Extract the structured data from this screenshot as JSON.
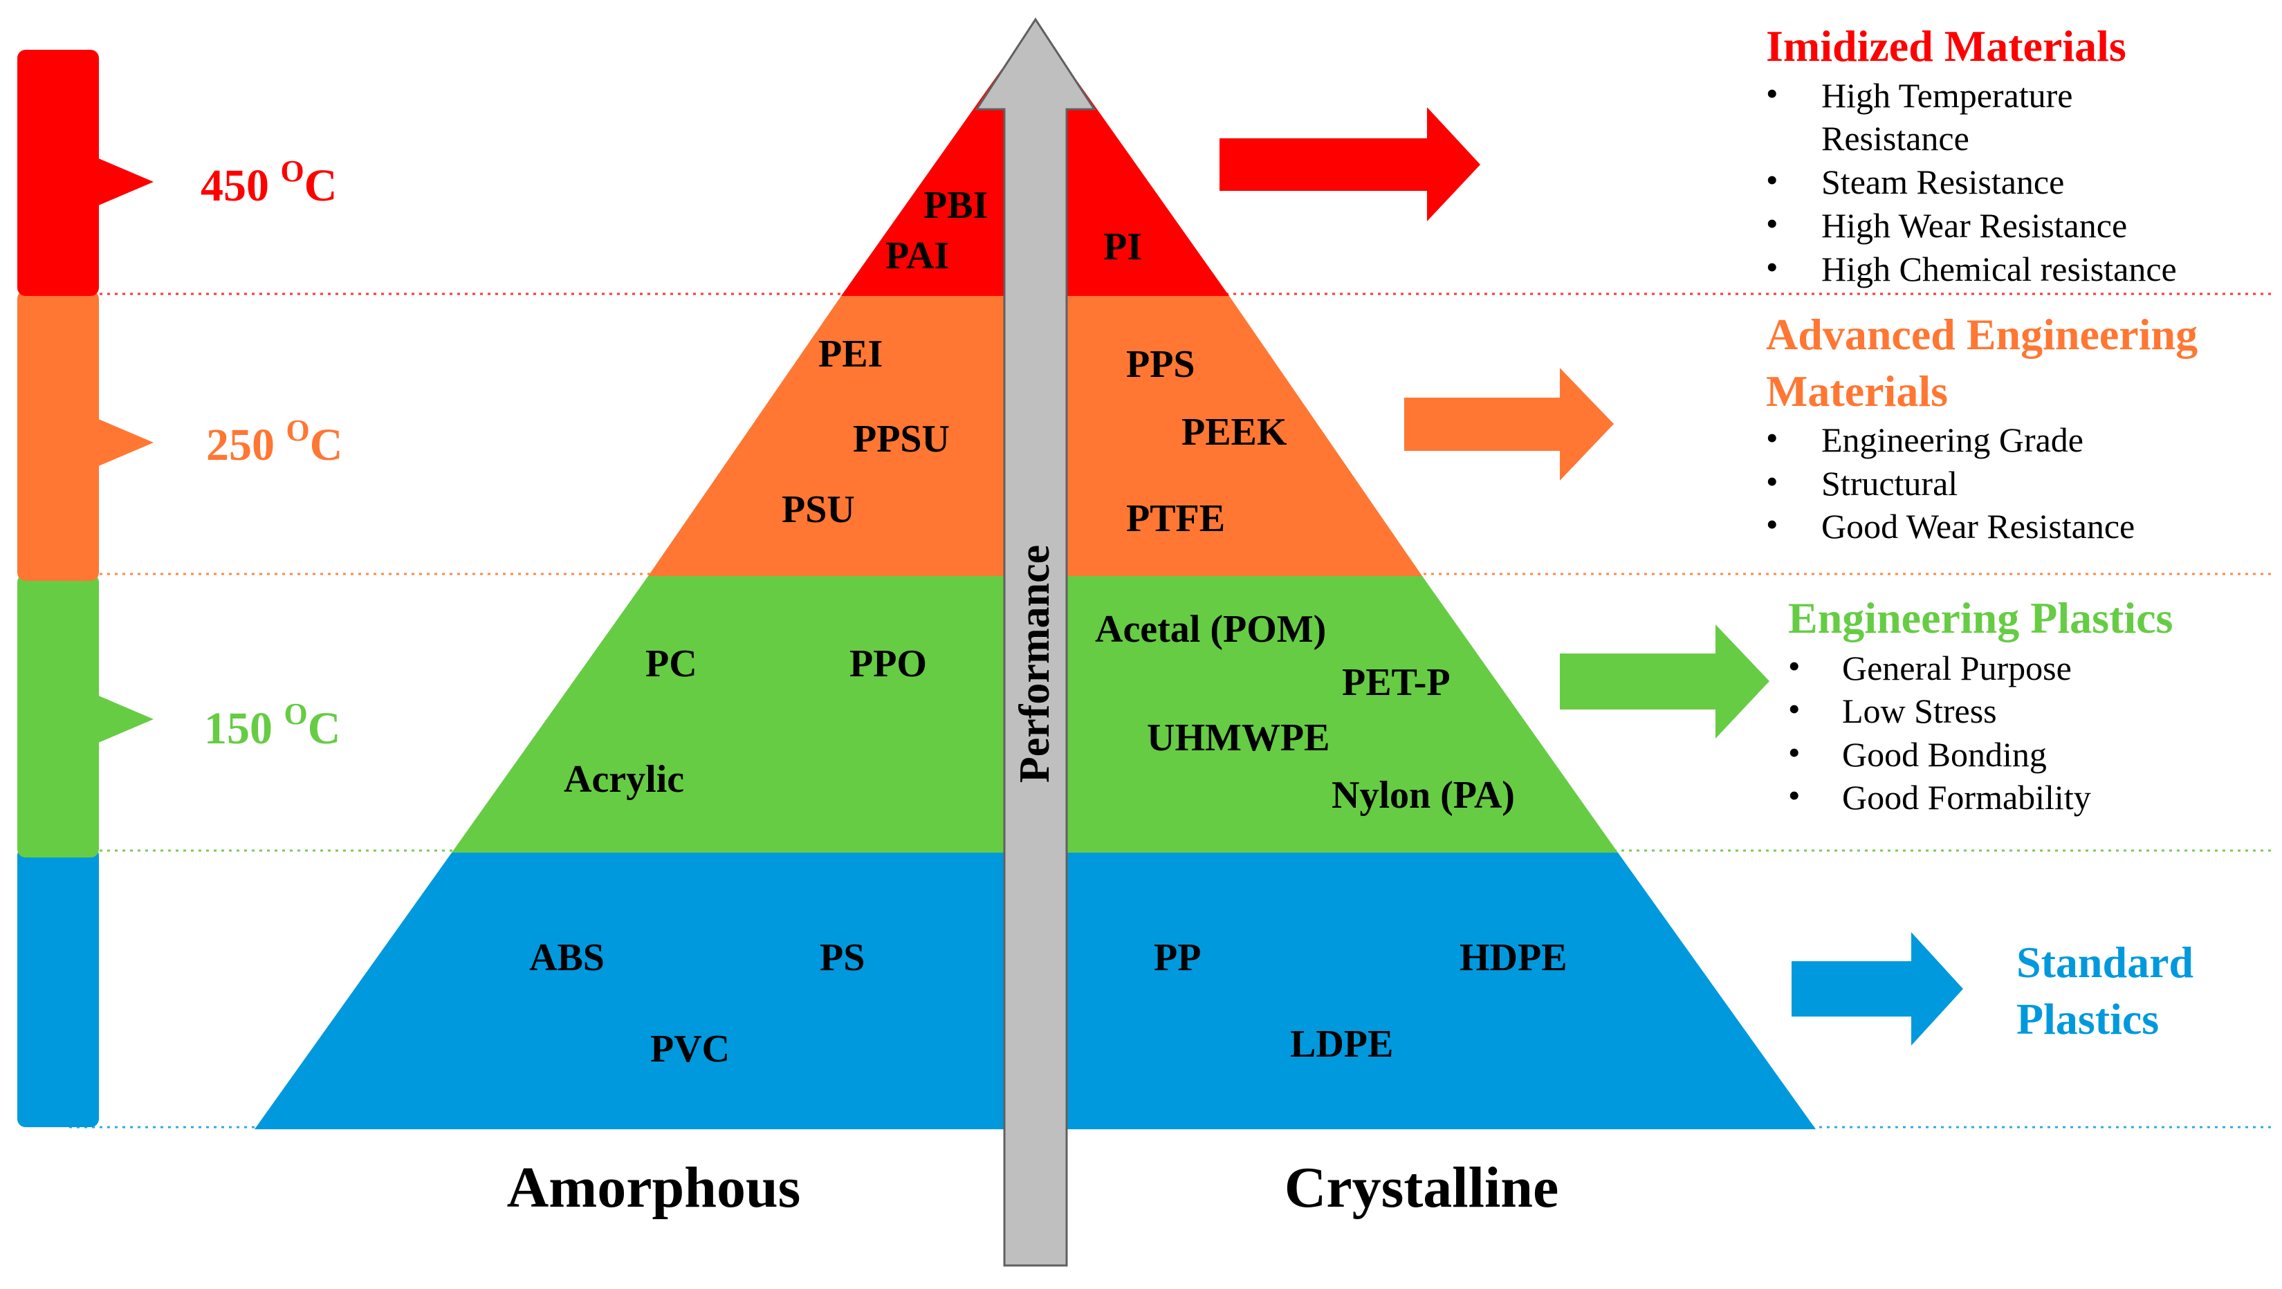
{
  "colors": {
    "red": "#ff0000",
    "orange": "#ff7733",
    "green": "#66cc44",
    "blue": "#0099dd",
    "arrow_gray": "#bfbfbf"
  },
  "temperature_bar": {
    "labels": [
      {
        "value": "450",
        "sup": "O",
        "unit": "C"
      },
      {
        "value": "250",
        "sup": "O",
        "unit": "C"
      },
      {
        "value": "150",
        "sup": "O",
        "unit": "C"
      }
    ]
  },
  "pyramid": {
    "tiers": [
      {
        "name": "imidized",
        "amorphous": [
          "PBI",
          "PAI"
        ],
        "crystalline": [
          "PI"
        ]
      },
      {
        "name": "advanced",
        "amorphous": [
          "PEI",
          "PPSU",
          "PSU"
        ],
        "crystalline": [
          "PPS",
          "PEEK",
          "PTFE"
        ]
      },
      {
        "name": "engineering",
        "amorphous": [
          "PC",
          "PPO",
          "Acrylic"
        ],
        "crystalline": [
          "Acetal (POM)",
          "PET-P",
          "UHMWPE",
          "Nylon (PA)"
        ]
      },
      {
        "name": "standard",
        "amorphous": [
          "ABS",
          "PS",
          "PVC"
        ],
        "crystalline": [
          "PP",
          "HDPE",
          "LDPE"
        ]
      }
    ],
    "performance_label": "Performance",
    "amorphous_label": "Amorphous",
    "crystalline_label": "Crystalline"
  },
  "categories": [
    {
      "title_lines": [
        "Imidized Materials"
      ],
      "bullets": [
        [
          "High Temperature",
          "Resistance"
        ],
        [
          "Steam Resistance"
        ],
        [
          "High Wear Resistance"
        ],
        [
          "High Chemical resistance"
        ]
      ]
    },
    {
      "title_lines": [
        "Advanced Engineering",
        "Materials"
      ],
      "bullets": [
        [
          "Engineering Grade"
        ],
        [
          "Structural"
        ],
        [
          "Good Wear Resistance"
        ]
      ]
    },
    {
      "title_lines": [
        "Engineering Plastics"
      ],
      "bullets": [
        [
          "General Purpose"
        ],
        [
          "Low Stress"
        ],
        [
          "Good Bonding"
        ],
        [
          "Good Formability"
        ]
      ]
    },
    {
      "title_lines": [
        "Standard",
        "Plastics"
      ],
      "bullets": []
    }
  ]
}
